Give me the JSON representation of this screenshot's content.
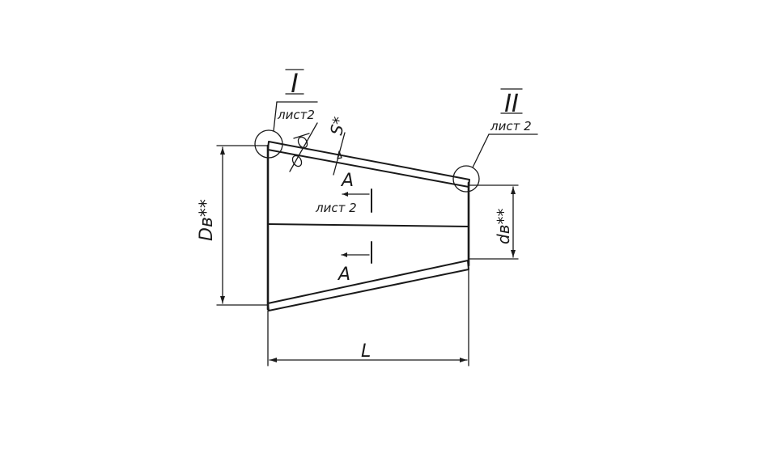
{
  "detail_marks": [
    {
      "id": "I",
      "sheet_ref": "лист2"
    },
    {
      "id": "II",
      "sheet_ref": "лист 2"
    }
  ],
  "section": {
    "letter": "A",
    "sheet_ref": "лист 2"
  },
  "dimensions": {
    "thickness": "S*",
    "large_diameter": "Dв**",
    "small_diameter": "dв**",
    "length": "L"
  }
}
